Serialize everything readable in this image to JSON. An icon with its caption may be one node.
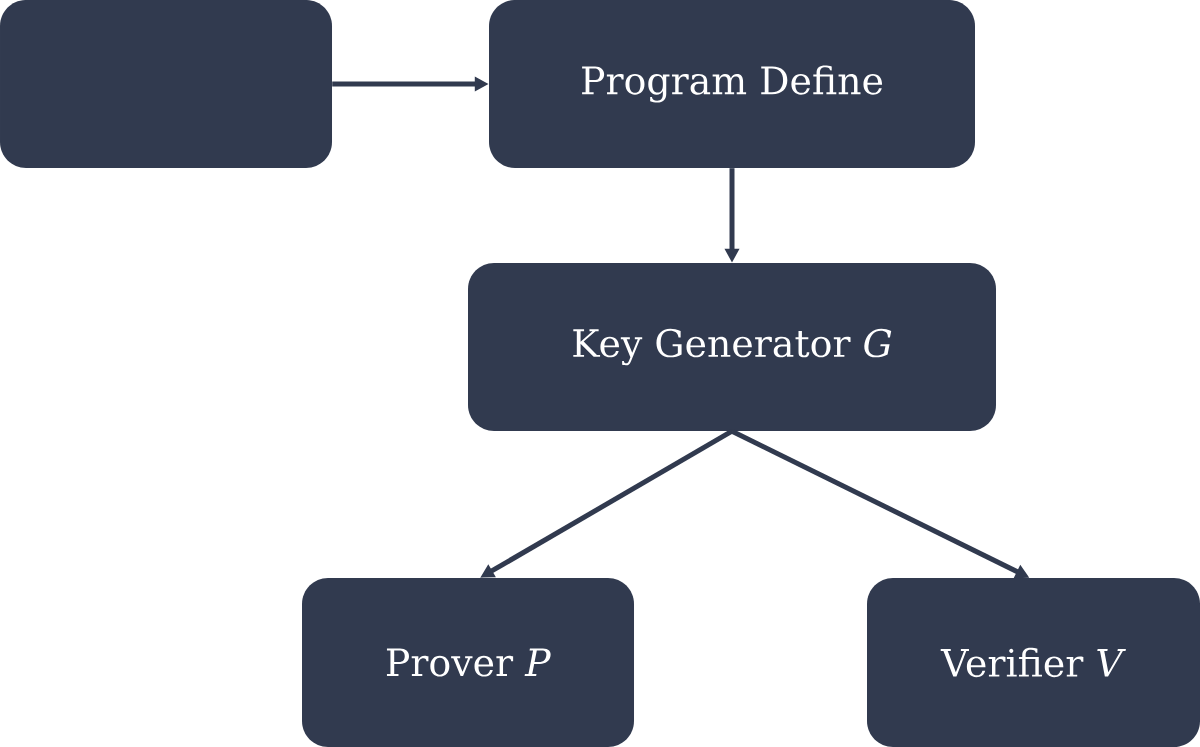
{
  "diagram": {
    "nodes": [
      {
        "text": [],
        "shape": "box"
      },
      {
        "text": [
          "Program Define"
        ]
      },
      {
        "text": [
          "Key Generator *G*"
        ]
      },
      {
        "text": [
          "Prover *P*"
        ]
      },
      {
        "text": [
          "Verifier *V*"
        ]
      }
    ],
    "edges": [
      {
        "from": 0,
        "to": 1,
        "arrow": "to"
      },
      {
        "from": 1,
        "to": 2,
        "arrow": "to"
      },
      {
        "from": 2,
        "to": 3,
        "arrow": "to"
      },
      {
        "from": 2,
        "to": 4,
        "arrow": "to"
      }
    ]
  }
}
